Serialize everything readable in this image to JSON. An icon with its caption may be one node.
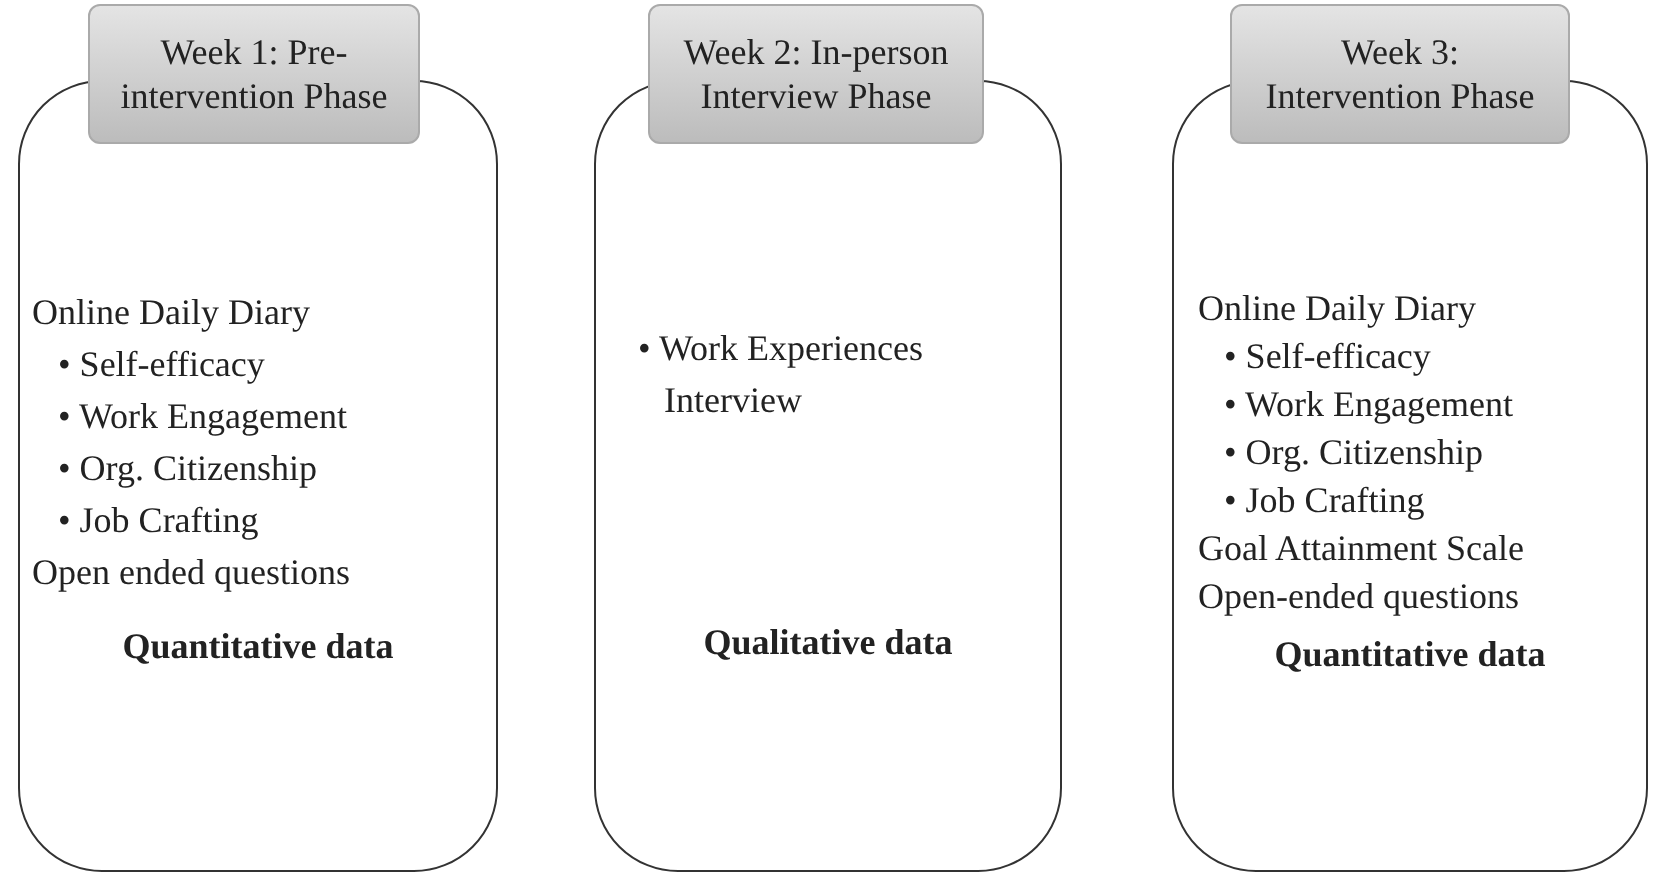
{
  "diagram": {
    "nodes": [
      {
        "text": [
          "Week 1: Pre-intervention Phase"
        ]
      },
      {
        "text": [
          "Online Daily Diary",
          "• Self-efficacy",
          "• Work Engagement",
          "• Org. Citizenship",
          "• Job Crafting",
          "Open ended questions",
          "Quantitative data"
        ]
      },
      {
        "text": [
          "Week 2: In-person Interview Phase"
        ]
      },
      {
        "text": [
          "• Work Experiences Interview",
          "Qualitative data"
        ]
      },
      {
        "text": [
          "Week 3: Intervention Phase"
        ]
      },
      {
        "text": [
          "Online Daily Diary",
          "• Self-efficacy",
          "• Work Engagement",
          "• Org. Citizenship",
          "• Job Crafting",
          "Goal Attainment Scale",
          "Open-ended questions",
          "Quantitative data"
        ]
      }
    ]
  }
}
